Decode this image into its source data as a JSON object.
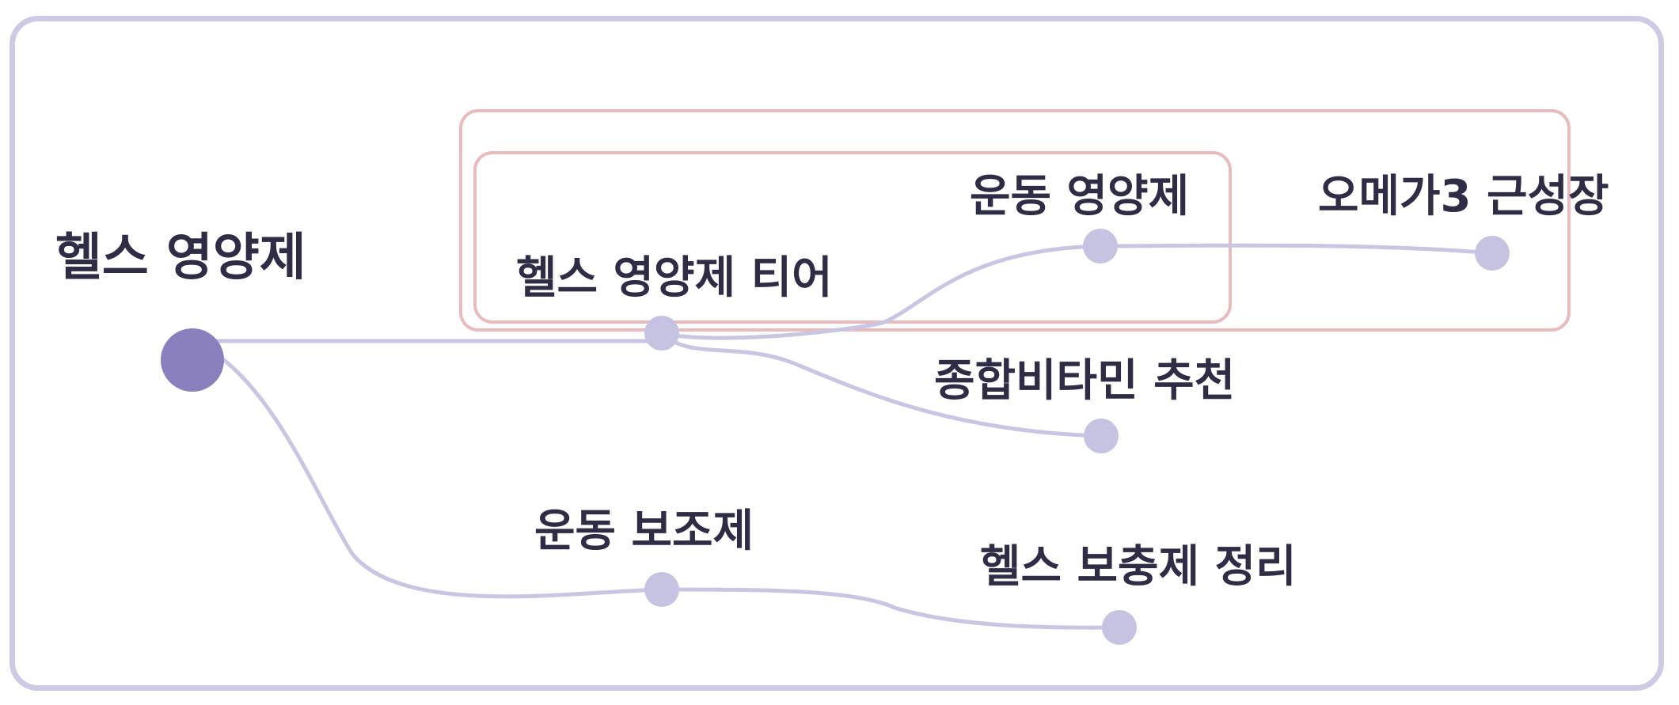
{
  "colors": {
    "frame": "#cdcae6",
    "edge": "#c9c6e3",
    "root_node": "#8a80bd",
    "node": "#c6c3e2",
    "highlight": "#e8bcbe",
    "text": "#2e2d45"
  },
  "root": {
    "label": "헬스 영양제"
  },
  "nodes": {
    "tier": {
      "label": "헬스 영양제 티어"
    },
    "sports_nutrition": {
      "label": "운동 영양제"
    },
    "omega3": {
      "label": "오메가3 근성장"
    },
    "multivitamin": {
      "label": "종합비타민 추천"
    },
    "sports_supplement": {
      "label": "운동 보조제"
    },
    "supplement_summary": {
      "label": "헬스 보충제 정리"
    }
  }
}
